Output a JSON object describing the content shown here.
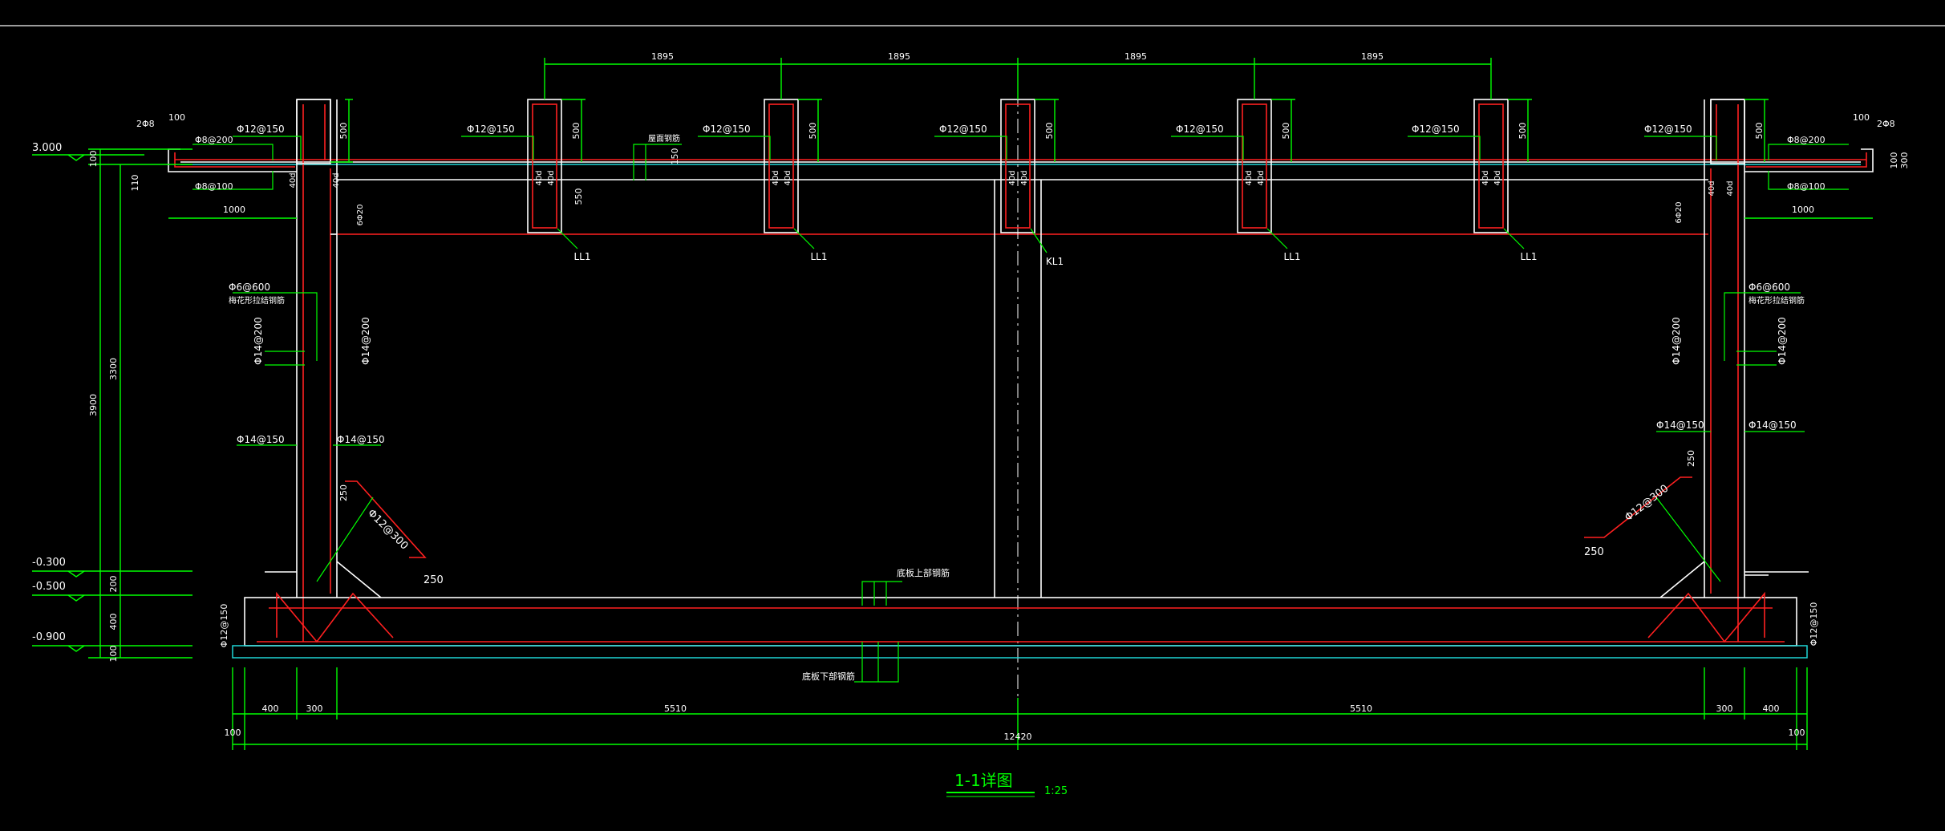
{
  "title": "1-1详图",
  "scale": "1:25",
  "colors": {
    "background": "#000000",
    "dimension": "#00ff00",
    "outline": "#ffffff",
    "rebar": "#ff2020",
    "title": "#00ff00",
    "accent": "#1fd6d6"
  },
  "top_dims": [
    "1895",
    "1895",
    "1895",
    "1895"
  ],
  "bottom_dims": [
    "400",
    "300",
    "5510",
    "5510",
    "300",
    "400"
  ],
  "total_dim": "12420",
  "edge_dims": [
    "100",
    "100"
  ],
  "elevations": [
    "3.000",
    "-0.300",
    "-0.500",
    "-0.900"
  ],
  "left_vertical_dims": [
    "3900",
    "3300",
    "100",
    "200",
    "400",
    "100",
    "100"
  ],
  "beam_labels": [
    "LL1",
    "LL1",
    "KL1",
    "LL1",
    "LL1"
  ],
  "beam_height": "500",
  "rebar_top": "Φ12@150",
  "wall_inner_rebar": "Φ14@150",
  "wall_outer_rebar": "Φ14@200",
  "haunch_rebar": "Φ12@300",
  "haunch_len": "250",
  "slab_edge_rebar": "Φ12@150",
  "tie_rebar": "Φ6@600",
  "tie_note": "梅花形拉结钢筋",
  "corner_bars": "2Φ8",
  "cant_rebar_1": "Φ8@200",
  "cant_rebar_2": "Φ8@100",
  "cant_len": "1000",
  "cant_dim": "100",
  "anchor": "40d",
  "bars_6": "6Φ20",
  "note_bottom_top": "底板上部钢筋",
  "note_bottom_bot": "底板下部钢筋",
  "note_roof": "屋面钢筋",
  "dim_150": "150",
  "dim_550": "550",
  "dim_110": "110",
  "dim_300_r": "300"
}
